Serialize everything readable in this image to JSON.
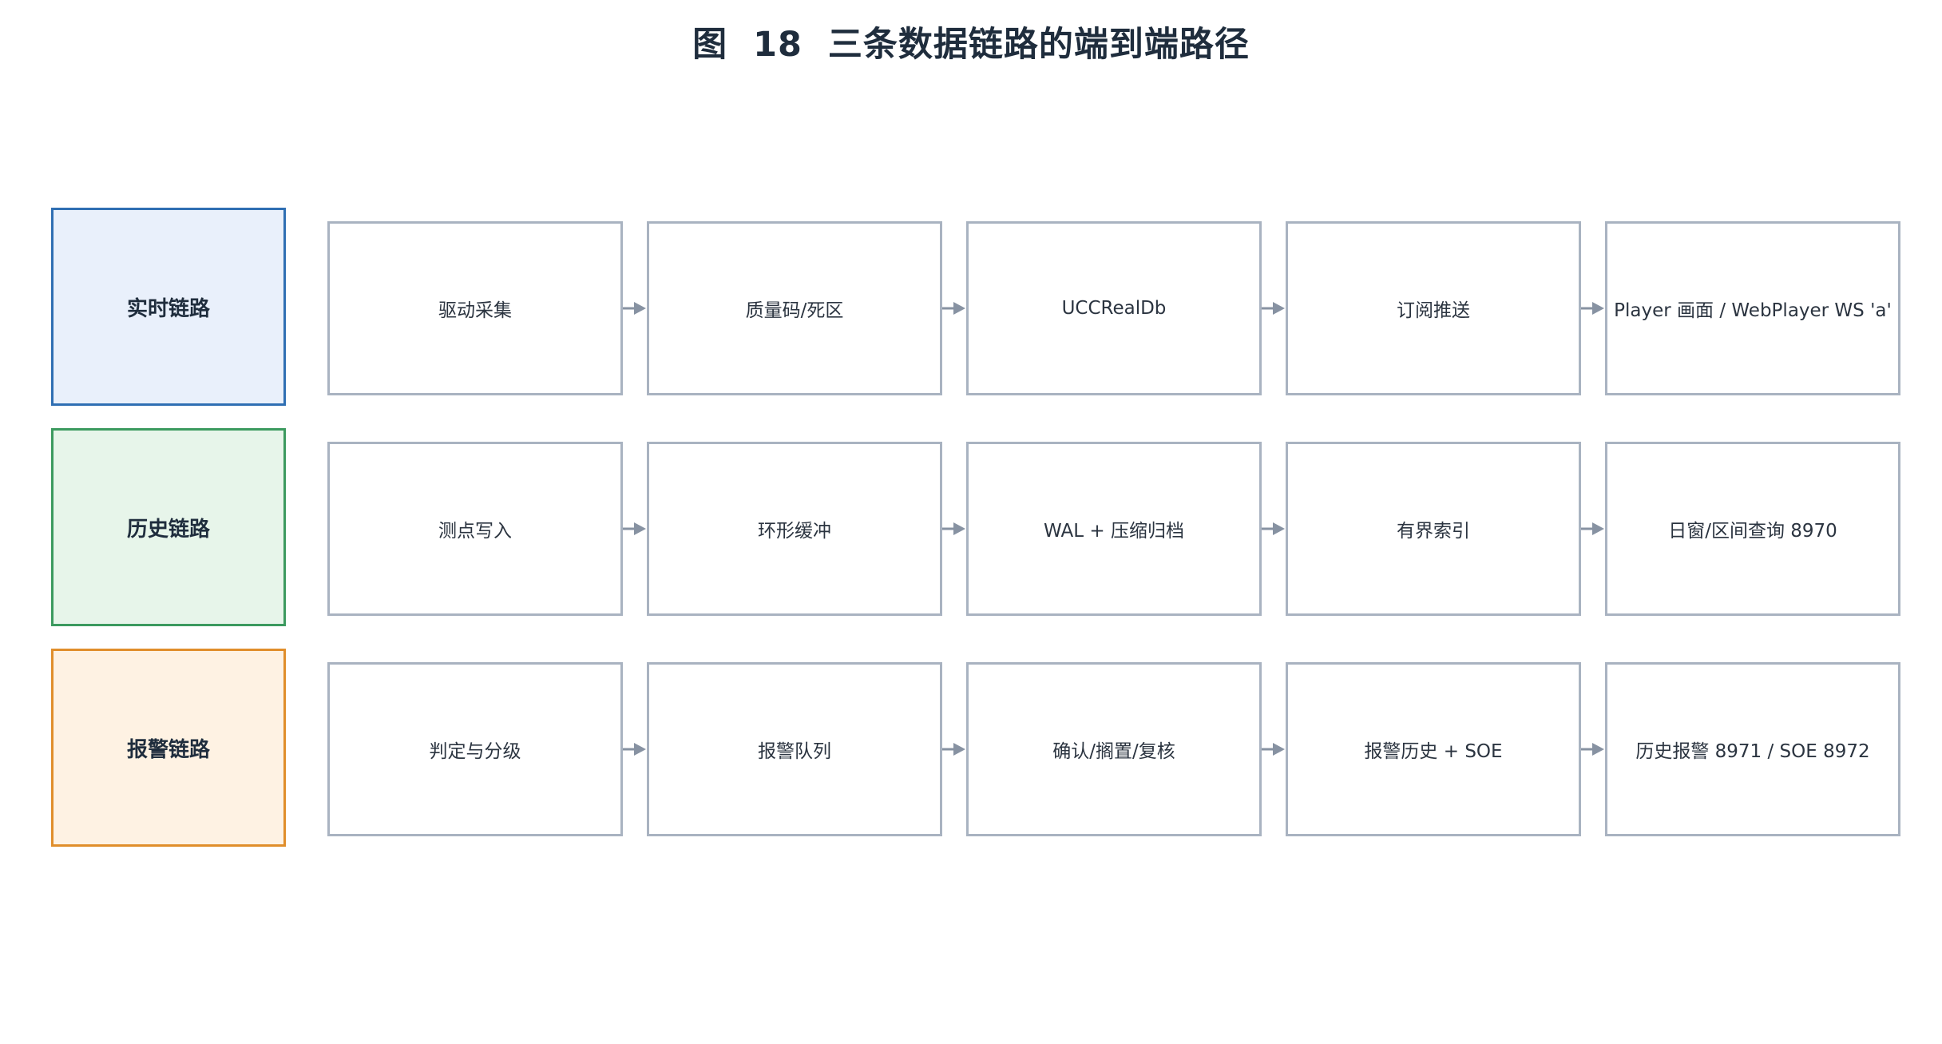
{
  "title": "图  18  三条数据链路的端到端路径",
  "lanes": [
    {
      "label": "实时链路",
      "border_color": "#2f6fb3",
      "fill_color": "#e9f0fb",
      "steps": [
        "驱动采集",
        "质量码/死区",
        "UCCRealDb",
        "订阅推送",
        "Player 画面 / WebPlayer WS 'a'"
      ]
    },
    {
      "label": "历史链路",
      "border_color": "#3c9a5f",
      "fill_color": "#e7f5ea",
      "steps": [
        "测点写入",
        "环形缓冲",
        "WAL + 压缩归档",
        "有界索引",
        "日窗/区间查询 8970"
      ]
    },
    {
      "label": "报警链路",
      "border_color": "#e08e2b",
      "fill_color": "#fef2e3",
      "steps": [
        "判定与分级",
        "报警队列",
        "确认/搁置/复核",
        "报警历史 + SOE",
        "历史报警 8971 / SOE 8972"
      ]
    }
  ],
  "colors": {
    "box_border": "#a9b3c1",
    "arrow": "#8792a2",
    "title": "#1f2d3d"
  }
}
